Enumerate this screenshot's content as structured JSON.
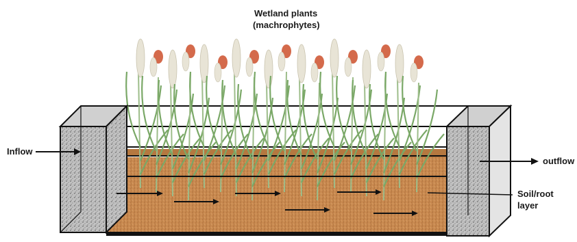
{
  "title_line1": "Wetland plants",
  "title_line2": "(machrophytes)",
  "inflow_label": "Inflow",
  "outflow_label": "outflow",
  "soil_label_line1": "Soil/root",
  "soil_label_line2": "layer",
  "colors": {
    "soil": "#c98a50",
    "soil_dark": "#9c6132",
    "stone": "#b9b9b9",
    "stem": "#9dbd8a",
    "leaf": "#7aa867",
    "flower_red": "#d46a4b",
    "plume": "#e8e4d6",
    "frame": "#111111"
  },
  "icons": [
    "arrow-icon",
    "plant-icon",
    "gravel-texture"
  ]
}
